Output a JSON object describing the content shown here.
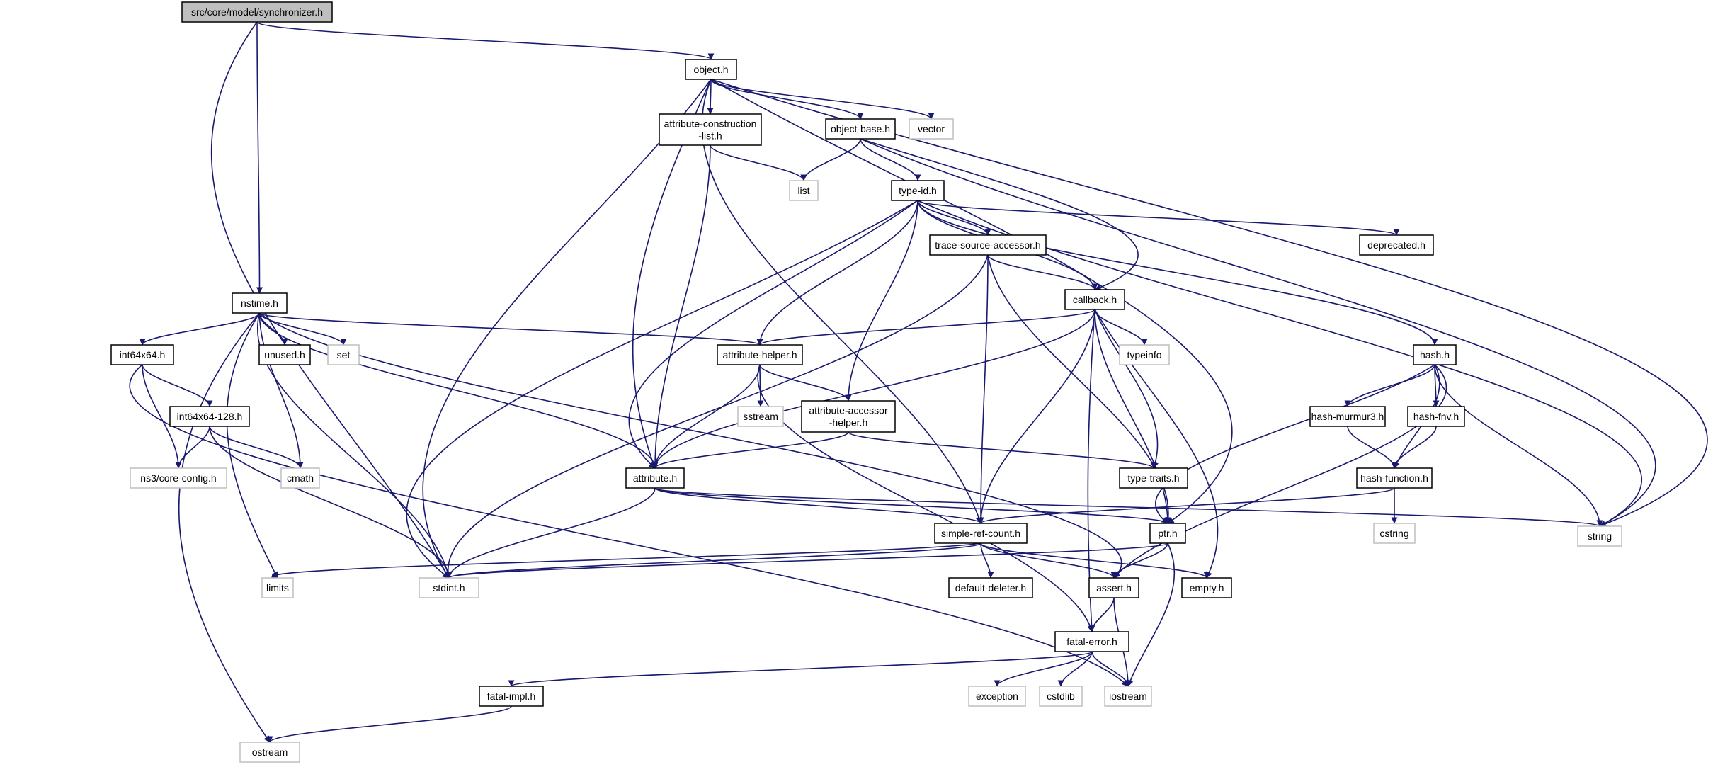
{
  "colors": {
    "edge": "#191970",
    "node_border": "#000000",
    "external_border": "#bfbfbf",
    "external_text": "#404040",
    "root_fill": "#bfbfbf",
    "node_fill": "#ffffff"
  },
  "nodes": [
    {
      "id": "root",
      "label": "src/core/model/synchronizer.h",
      "kind": "root"
    },
    {
      "id": "object",
      "label": "object.h",
      "kind": "header"
    },
    {
      "id": "nstime",
      "label": "nstime.h",
      "kind": "header"
    },
    {
      "id": "acl",
      "label": "attribute-construction\n-list.h",
      "kind": "header"
    },
    {
      "id": "objbase",
      "label": "object-base.h",
      "kind": "header"
    },
    {
      "id": "vector",
      "label": "vector",
      "kind": "external"
    },
    {
      "id": "list",
      "label": "list",
      "kind": "external"
    },
    {
      "id": "typeid",
      "label": "type-id.h",
      "kind": "header"
    },
    {
      "id": "deprecated",
      "label": "deprecated.h",
      "kind": "header"
    },
    {
      "id": "tsa",
      "label": "trace-source-accessor.h",
      "kind": "header"
    },
    {
      "id": "callback",
      "label": "callback.h",
      "kind": "header"
    },
    {
      "id": "int64x64",
      "label": "int64x64.h",
      "kind": "header"
    },
    {
      "id": "unused",
      "label": "unused.h",
      "kind": "header"
    },
    {
      "id": "set",
      "label": "set",
      "kind": "external"
    },
    {
      "id": "attrhelper",
      "label": "attribute-helper.h",
      "kind": "header"
    },
    {
      "id": "typeinfo",
      "label": "typeinfo",
      "kind": "external"
    },
    {
      "id": "hash",
      "label": "hash.h",
      "kind": "header"
    },
    {
      "id": "int128",
      "label": "int64x64-128.h",
      "kind": "header"
    },
    {
      "id": "sstream",
      "label": "sstream",
      "kind": "external"
    },
    {
      "id": "aah",
      "label": "attribute-accessor\n-helper.h",
      "kind": "header"
    },
    {
      "id": "murmur",
      "label": "hash-murmur3.h",
      "kind": "header"
    },
    {
      "id": "fnv",
      "label": "hash-fnv.h",
      "kind": "header"
    },
    {
      "id": "coreconfig",
      "label": "ns3/core-config.h",
      "kind": "external"
    },
    {
      "id": "cmath",
      "label": "cmath",
      "kind": "external"
    },
    {
      "id": "attribute",
      "label": "attribute.h",
      "kind": "header"
    },
    {
      "id": "typetraits",
      "label": "type-traits.h",
      "kind": "header"
    },
    {
      "id": "hashfunc",
      "label": "hash-function.h",
      "kind": "header"
    },
    {
      "id": "src",
      "label": "simple-ref-count.h",
      "kind": "header"
    },
    {
      "id": "ptr",
      "label": "ptr.h",
      "kind": "header"
    },
    {
      "id": "string",
      "label": "string",
      "kind": "external"
    },
    {
      "id": "cstring",
      "label": "cstring",
      "kind": "external"
    },
    {
      "id": "limits",
      "label": "limits",
      "kind": "external"
    },
    {
      "id": "stdint",
      "label": "stdint.h",
      "kind": "external"
    },
    {
      "id": "deleter",
      "label": "default-deleter.h",
      "kind": "header"
    },
    {
      "id": "assert",
      "label": "assert.h",
      "kind": "header"
    },
    {
      "id": "empty",
      "label": "empty.h",
      "kind": "header"
    },
    {
      "id": "fatalerror",
      "label": "fatal-error.h",
      "kind": "header"
    },
    {
      "id": "fatalimpl",
      "label": "fatal-impl.h",
      "kind": "header"
    },
    {
      "id": "exception",
      "label": "exception",
      "kind": "external"
    },
    {
      "id": "cstdlib",
      "label": "cstdlib",
      "kind": "external"
    },
    {
      "id": "iostream",
      "label": "iostream",
      "kind": "external"
    },
    {
      "id": "ostream",
      "label": "ostream",
      "kind": "external"
    }
  ],
  "edges": [
    {
      "from": "root",
      "to": "object"
    },
    {
      "from": "root",
      "to": "nstime"
    },
    {
      "from": "root",
      "to": "stdint"
    },
    {
      "from": "object",
      "to": "acl"
    },
    {
      "from": "object",
      "to": "objbase"
    },
    {
      "from": "object",
      "to": "vector"
    },
    {
      "from": "object",
      "to": "string"
    },
    {
      "from": "object",
      "to": "ptr"
    },
    {
      "from": "object",
      "to": "attribute"
    },
    {
      "from": "object",
      "to": "src"
    },
    {
      "from": "object",
      "to": "stdint"
    },
    {
      "from": "acl",
      "to": "list"
    },
    {
      "from": "acl",
      "to": "attribute"
    },
    {
      "from": "objbase",
      "to": "list"
    },
    {
      "from": "objbase",
      "to": "typeid"
    },
    {
      "from": "objbase",
      "to": "callback"
    },
    {
      "from": "objbase",
      "to": "string"
    },
    {
      "from": "typeid",
      "to": "deprecated"
    },
    {
      "from": "typeid",
      "to": "tsa"
    },
    {
      "from": "typeid",
      "to": "callback"
    },
    {
      "from": "typeid",
      "to": "hash"
    },
    {
      "from": "typeid",
      "to": "attrhelper"
    },
    {
      "from": "typeid",
      "to": "aah"
    },
    {
      "from": "typeid",
      "to": "attribute"
    },
    {
      "from": "typeid",
      "to": "stdint"
    },
    {
      "from": "typeid",
      "to": "string"
    },
    {
      "from": "tsa",
      "to": "callback"
    },
    {
      "from": "tsa",
      "to": "src"
    },
    {
      "from": "tsa",
      "to": "ptr"
    },
    {
      "from": "tsa",
      "to": "stdint"
    },
    {
      "from": "callback",
      "to": "attrhelper"
    },
    {
      "from": "callback",
      "to": "typeinfo"
    },
    {
      "from": "callback",
      "to": "typetraits"
    },
    {
      "from": "callback",
      "to": "ptr"
    },
    {
      "from": "callback",
      "to": "empty"
    },
    {
      "from": "callback",
      "to": "src"
    },
    {
      "from": "callback",
      "to": "fatalerror"
    },
    {
      "from": "callback",
      "to": "attribute"
    },
    {
      "from": "nstime",
      "to": "int64x64"
    },
    {
      "from": "nstime",
      "to": "unused"
    },
    {
      "from": "nstime",
      "to": "set"
    },
    {
      "from": "nstime",
      "to": "attrhelper"
    },
    {
      "from": "nstime",
      "to": "attribute"
    },
    {
      "from": "nstime",
      "to": "cmath"
    },
    {
      "from": "nstime",
      "to": "limits"
    },
    {
      "from": "nstime",
      "to": "stdint"
    },
    {
      "from": "nstime",
      "to": "ostream"
    },
    {
      "from": "nstime",
      "to": "assert"
    },
    {
      "from": "int64x64",
      "to": "int128"
    },
    {
      "from": "int64x64",
      "to": "coreconfig"
    },
    {
      "from": "int64x64",
      "to": "iostream"
    },
    {
      "from": "int128",
      "to": "coreconfig"
    },
    {
      "from": "int128",
      "to": "cmath"
    },
    {
      "from": "int128",
      "to": "stdint"
    },
    {
      "from": "attrhelper",
      "to": "sstream"
    },
    {
      "from": "attrhelper",
      "to": "aah"
    },
    {
      "from": "attrhelper",
      "to": "attribute"
    },
    {
      "from": "attrhelper",
      "to": "fatalerror"
    },
    {
      "from": "aah",
      "to": "attribute"
    },
    {
      "from": "aah",
      "to": "typetraits"
    },
    {
      "from": "hash",
      "to": "murmur"
    },
    {
      "from": "hash",
      "to": "fnv"
    },
    {
      "from": "hash",
      "to": "hashfunc"
    },
    {
      "from": "hash",
      "to": "string"
    },
    {
      "from": "hash",
      "to": "ptr"
    },
    {
      "from": "hash",
      "to": "assert"
    },
    {
      "from": "murmur",
      "to": "hashfunc"
    },
    {
      "from": "fnv",
      "to": "hashfunc"
    },
    {
      "from": "hashfunc",
      "to": "cstring"
    },
    {
      "from": "hashfunc",
      "to": "src"
    },
    {
      "from": "attribute",
      "to": "string"
    },
    {
      "from": "attribute",
      "to": "ptr"
    },
    {
      "from": "attribute",
      "to": "src"
    },
    {
      "from": "attribute",
      "to": "stdint"
    },
    {
      "from": "src",
      "to": "empty"
    },
    {
      "from": "src",
      "to": "deleter"
    },
    {
      "from": "src",
      "to": "assert"
    },
    {
      "from": "src",
      "to": "stdint"
    },
    {
      "from": "src",
      "to": "limits"
    },
    {
      "from": "ptr",
      "to": "assert"
    },
    {
      "from": "ptr",
      "to": "iostream"
    },
    {
      "from": "ptr",
      "to": "stdint"
    },
    {
      "from": "assert",
      "to": "fatalerror"
    },
    {
      "from": "assert",
      "to": "iostream"
    },
    {
      "from": "fatalerror",
      "to": "fatalimpl"
    },
    {
      "from": "fatalerror",
      "to": "exception"
    },
    {
      "from": "fatalerror",
      "to": "cstdlib"
    },
    {
      "from": "fatalerror",
      "to": "iostream"
    },
    {
      "from": "fatalimpl",
      "to": "ostream"
    }
  ]
}
